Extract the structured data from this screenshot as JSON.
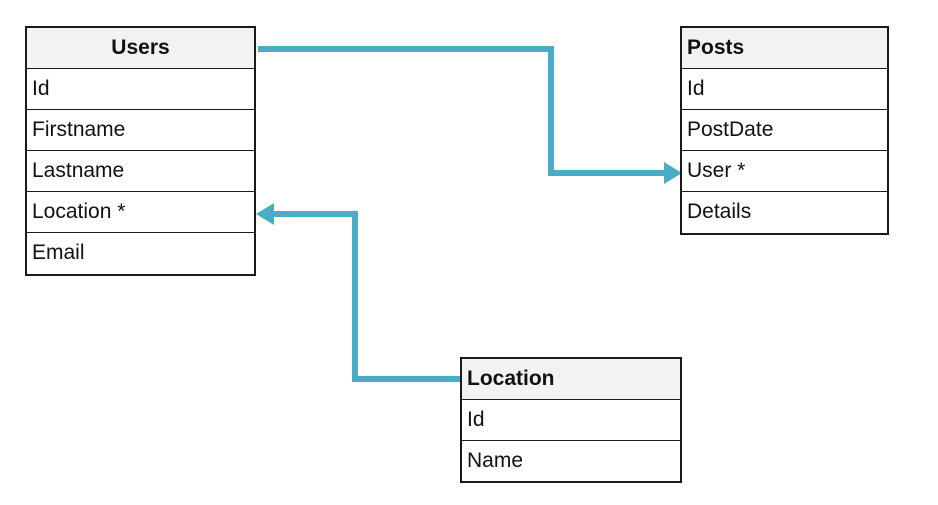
{
  "colors": {
    "connector": "#4bacc6",
    "border": "#1a1a1a",
    "header_bg": "#f2f2f2"
  },
  "entities": {
    "users": {
      "title": "Users",
      "fields": [
        "Id",
        "Firstname",
        "Lastname",
        "Location *",
        "Email"
      ]
    },
    "posts": {
      "title": "Posts",
      "fields": [
        "Id",
        "PostDate",
        "User *",
        "Details"
      ]
    },
    "location": {
      "title": "Location",
      "fields": [
        "Id",
        "Name"
      ]
    }
  },
  "relationships": [
    {
      "from": "Users",
      "to": "Posts.User *"
    },
    {
      "from": "Location",
      "to": "Users.Location *"
    }
  ]
}
